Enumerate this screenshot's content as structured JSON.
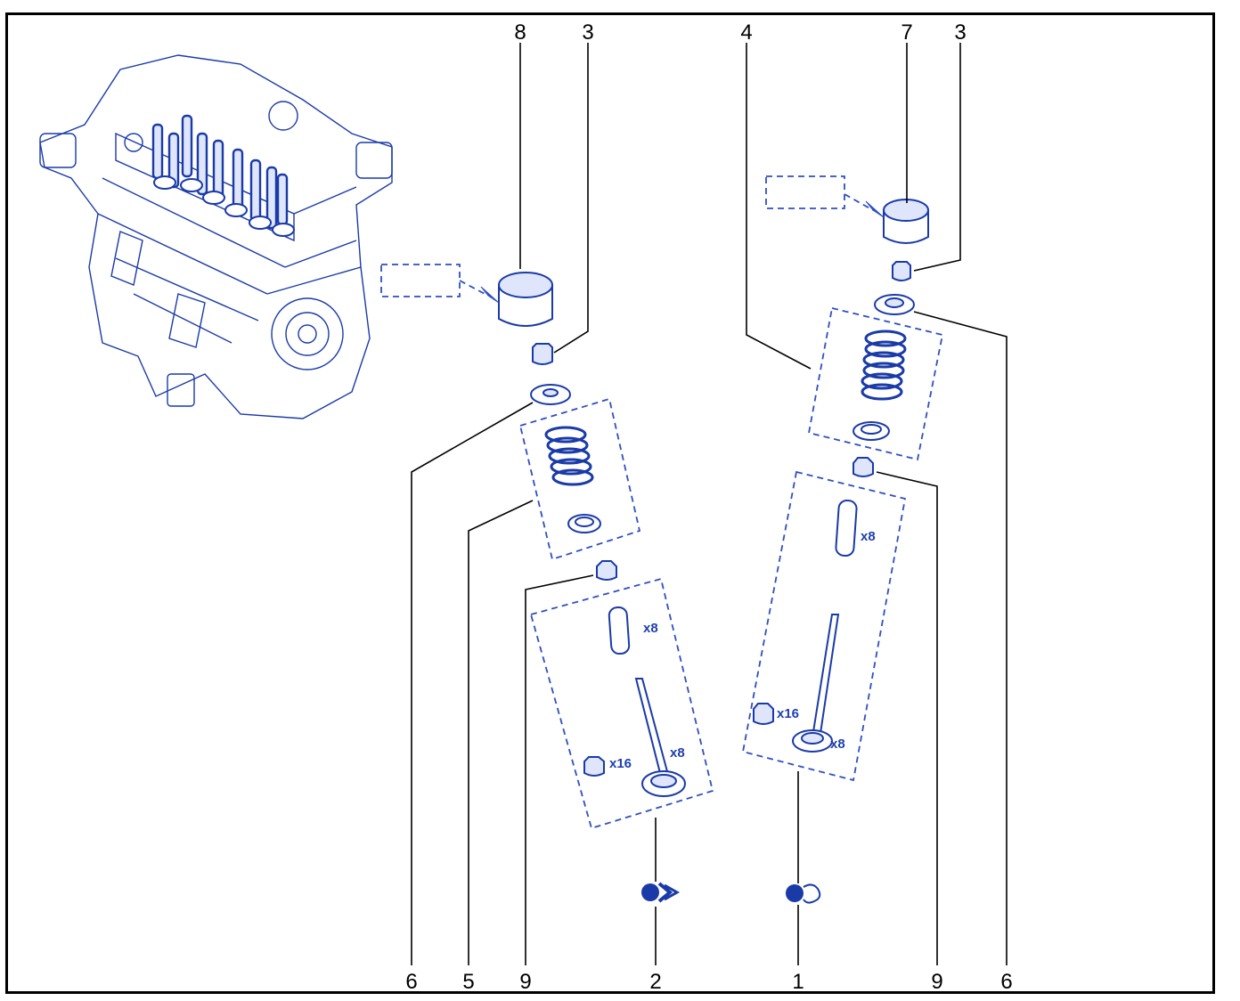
{
  "callouts": {
    "top_left": [
      "8",
      "3"
    ],
    "top_right": [
      "4",
      "7",
      "3"
    ],
    "bottom": [
      "6",
      "5",
      "9",
      "2",
      "1",
      "9",
      "6"
    ]
  },
  "quantities": {
    "intake_guide": "x8",
    "intake_valve": "x8",
    "intake_seal": "x16",
    "exhaust_guide": "x8",
    "exhaust_valve": "x8",
    "exhaust_seal": "x16"
  },
  "colors": {
    "line": "#1a3aa8",
    "fill": "#dfe6fb",
    "frame": "#000000"
  }
}
